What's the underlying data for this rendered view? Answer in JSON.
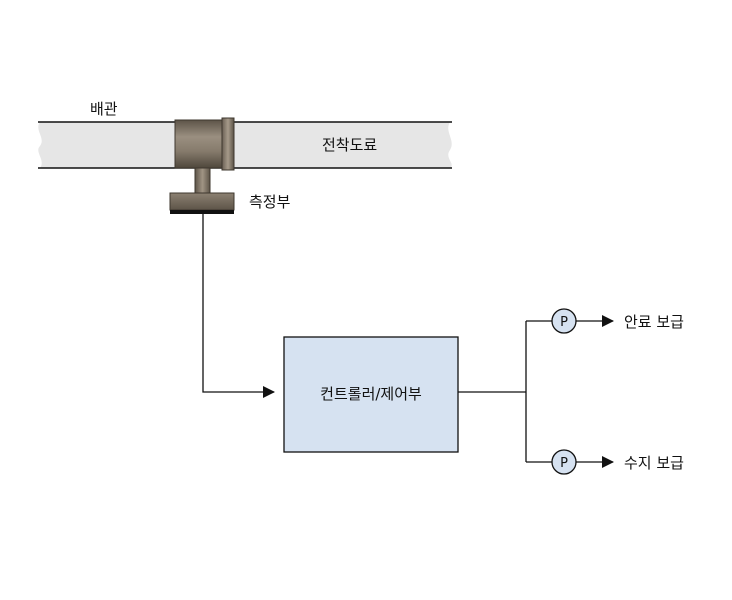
{
  "labels": {
    "pipe": "배관",
    "coating": "전착도료",
    "sensor": "측정부",
    "controller": "컨트롤러/제어부",
    "pump_symbol": "P",
    "output_top": "안료 보급",
    "output_bottom": "수지 보급"
  },
  "colors": {
    "pipe_fill": "#e6e6e6",
    "fitting": "#7d7264",
    "controller_fill": "#d6e2f1",
    "pump_fill": "#d6e2f1",
    "line": "#111111"
  }
}
